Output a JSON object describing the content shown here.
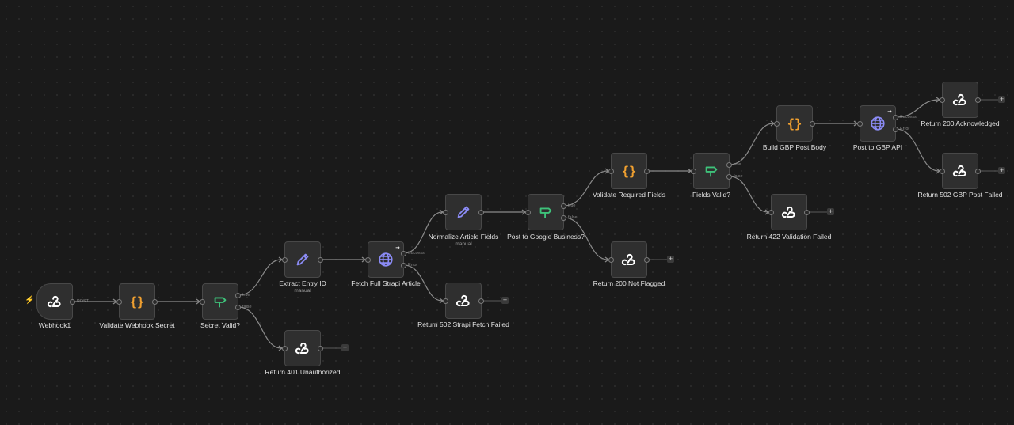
{
  "nodes": {
    "webhook1": {
      "label": "Webhook1"
    },
    "validate_secret": {
      "label": "Validate Webhook Secret"
    },
    "secret_valid": {
      "label": "Secret Valid?"
    },
    "return_401": {
      "label": "Return 401 Unauthorized"
    },
    "extract_entry": {
      "label": "Extract Entry ID",
      "sub": "manual"
    },
    "fetch_strapi": {
      "label": "Fetch Full Strapi Article"
    },
    "return_502_strapi": {
      "label": "Return 502 Strapi Fetch Failed"
    },
    "normalize": {
      "label": "Normalize Article Fields",
      "sub": "manual"
    },
    "post_to_google": {
      "label": "Post to Google Business?"
    },
    "return_200_nf": {
      "label": "Return 200 Not Flagged"
    },
    "validate_required": {
      "label": "Validate Required Fields"
    },
    "fields_valid": {
      "label": "Fields Valid?"
    },
    "return_422": {
      "label": "Return 422 Validation Failed"
    },
    "build_gbp": {
      "label": "Build GBP Post Body"
    },
    "post_gbp_api": {
      "label": "Post to GBP API"
    },
    "return_200_ack": {
      "label": "Return 200 Acknowledged"
    },
    "return_502_gbp": {
      "label": "Return 502 GBP Post Failed"
    }
  },
  "ports": {
    "post": "POST",
    "true": "true",
    "false": "false",
    "success": "Success",
    "error": "Error"
  },
  "add_glyph": "+",
  "colors": {
    "canvas": "#1a1a1a",
    "node": "#2f2f2f",
    "edge": "#8a8a8a",
    "code_icon": "#f0a030",
    "if_icon": "#3ec27a",
    "set_icon": "#8b8bf5",
    "http_icon": "#8b8bf5",
    "trigger_bolt": "#e85d4a"
  },
  "icons": {
    "webhook": "webhook-icon",
    "code": "code-braces-icon",
    "if": "if-signpost-icon",
    "set": "pencil-icon",
    "http": "globe-icon"
  }
}
